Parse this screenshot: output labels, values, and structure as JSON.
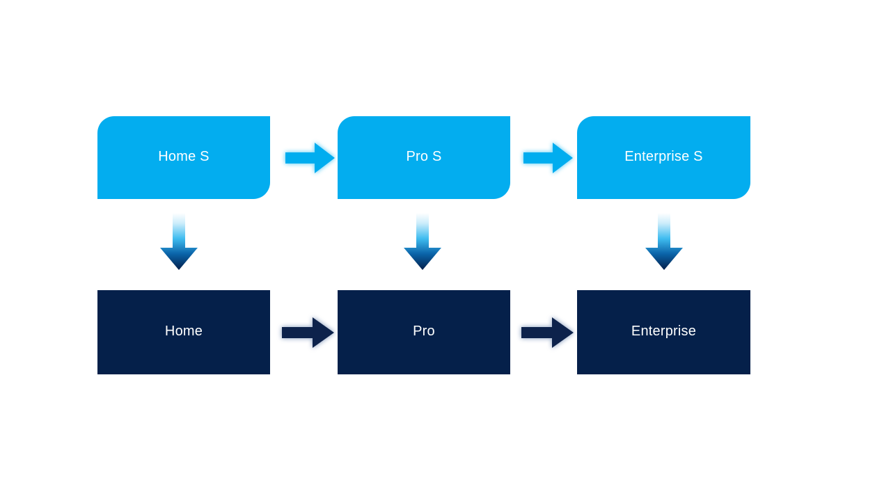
{
  "diagram": {
    "type": "process-flow",
    "title": "",
    "background_color": "#ffffff",
    "rows": [
      {
        "id": "tier-services",
        "style": "rounded-cyan",
        "fill_color": "#03ADEF",
        "text_color": "#ffffff",
        "nodes": [
          {
            "label": "Home S"
          },
          {
            "label": "Pro S"
          },
          {
            "label": "Enterprise S"
          }
        ]
      },
      {
        "id": "tier-products",
        "style": "square-navy",
        "fill_color": "#05204A",
        "text_color": "#ffffff",
        "nodes": [
          {
            "label": "Home"
          },
          {
            "label": "Pro"
          },
          {
            "label": "Enterprise"
          }
        ]
      }
    ],
    "horizontal_arrows": {
      "top_color": "#03ADEF",
      "bottom_color": "#07224C",
      "count_per_row": 2
    },
    "vertical_arrows": {
      "gradient_from": "#ffffff",
      "gradient_mid": "#29B6EF",
      "gradient_to": "#052A63",
      "count": 3
    }
  }
}
